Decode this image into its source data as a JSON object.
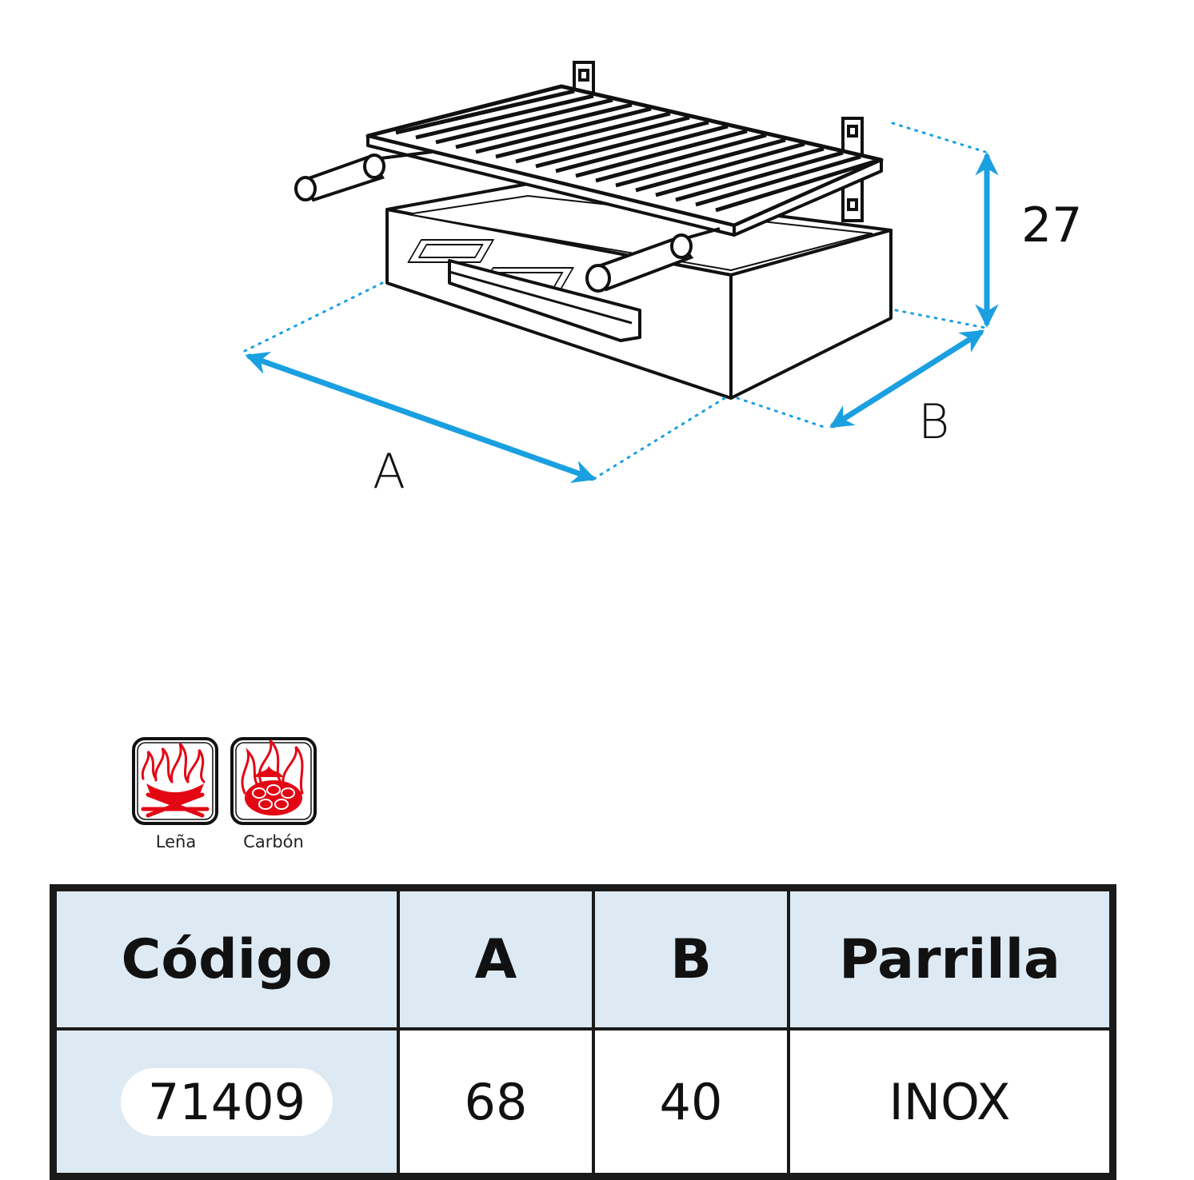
{
  "diagram": {
    "dimension_labels": {
      "height": "27",
      "width": "A",
      "depth": "B"
    },
    "colors": {
      "arrow": "#1aa0e0",
      "line": "#111111",
      "flame": "#e30613"
    }
  },
  "fuel_types": [
    {
      "label": "Leña",
      "icon": "firewood-flame-icon"
    },
    {
      "label": "Carbón",
      "icon": "charcoal-flame-icon"
    }
  ],
  "table": {
    "headers": [
      "Código",
      "A",
      "B",
      "Parrilla"
    ],
    "rows": [
      [
        "71409",
        "68",
        "40",
        "INOX"
      ]
    ]
  }
}
